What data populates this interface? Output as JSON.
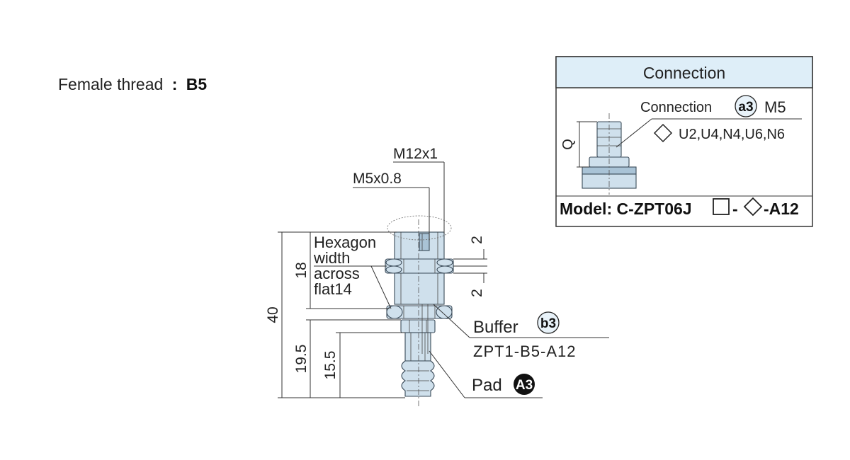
{
  "heading": {
    "label": "Female thread",
    "sep": ":",
    "code": "B5"
  },
  "dims": {
    "m12": "M12x1",
    "m5": "M5x0.8",
    "overall": "40",
    "upper": "18",
    "lower": "19.5",
    "pad_len": "15.5",
    "gap_top": "2",
    "gap_bottom": "2"
  },
  "hexagon": [
    "Hexagon",
    "width",
    "across",
    "flat14"
  ],
  "buffer": {
    "label": "Buffer",
    "badge": "b3",
    "code": "ZPT1-B5-A12"
  },
  "pad": {
    "label": "Pad",
    "badge": "A3"
  },
  "connection": {
    "title": "Connection",
    "label": "Connection",
    "badge": "a3",
    "thread": "M5",
    "options": "U2,U4,N4,U6,N6",
    "q": "Q",
    "model_prefix": "Model:",
    "model_code": "C-ZPT06J",
    "model_dash1": "-",
    "model_suffix": "-A12"
  },
  "colors": {
    "header_bg": "#deeef8",
    "part_fill": "#cfe0ec",
    "badge_dark": "#111111"
  }
}
